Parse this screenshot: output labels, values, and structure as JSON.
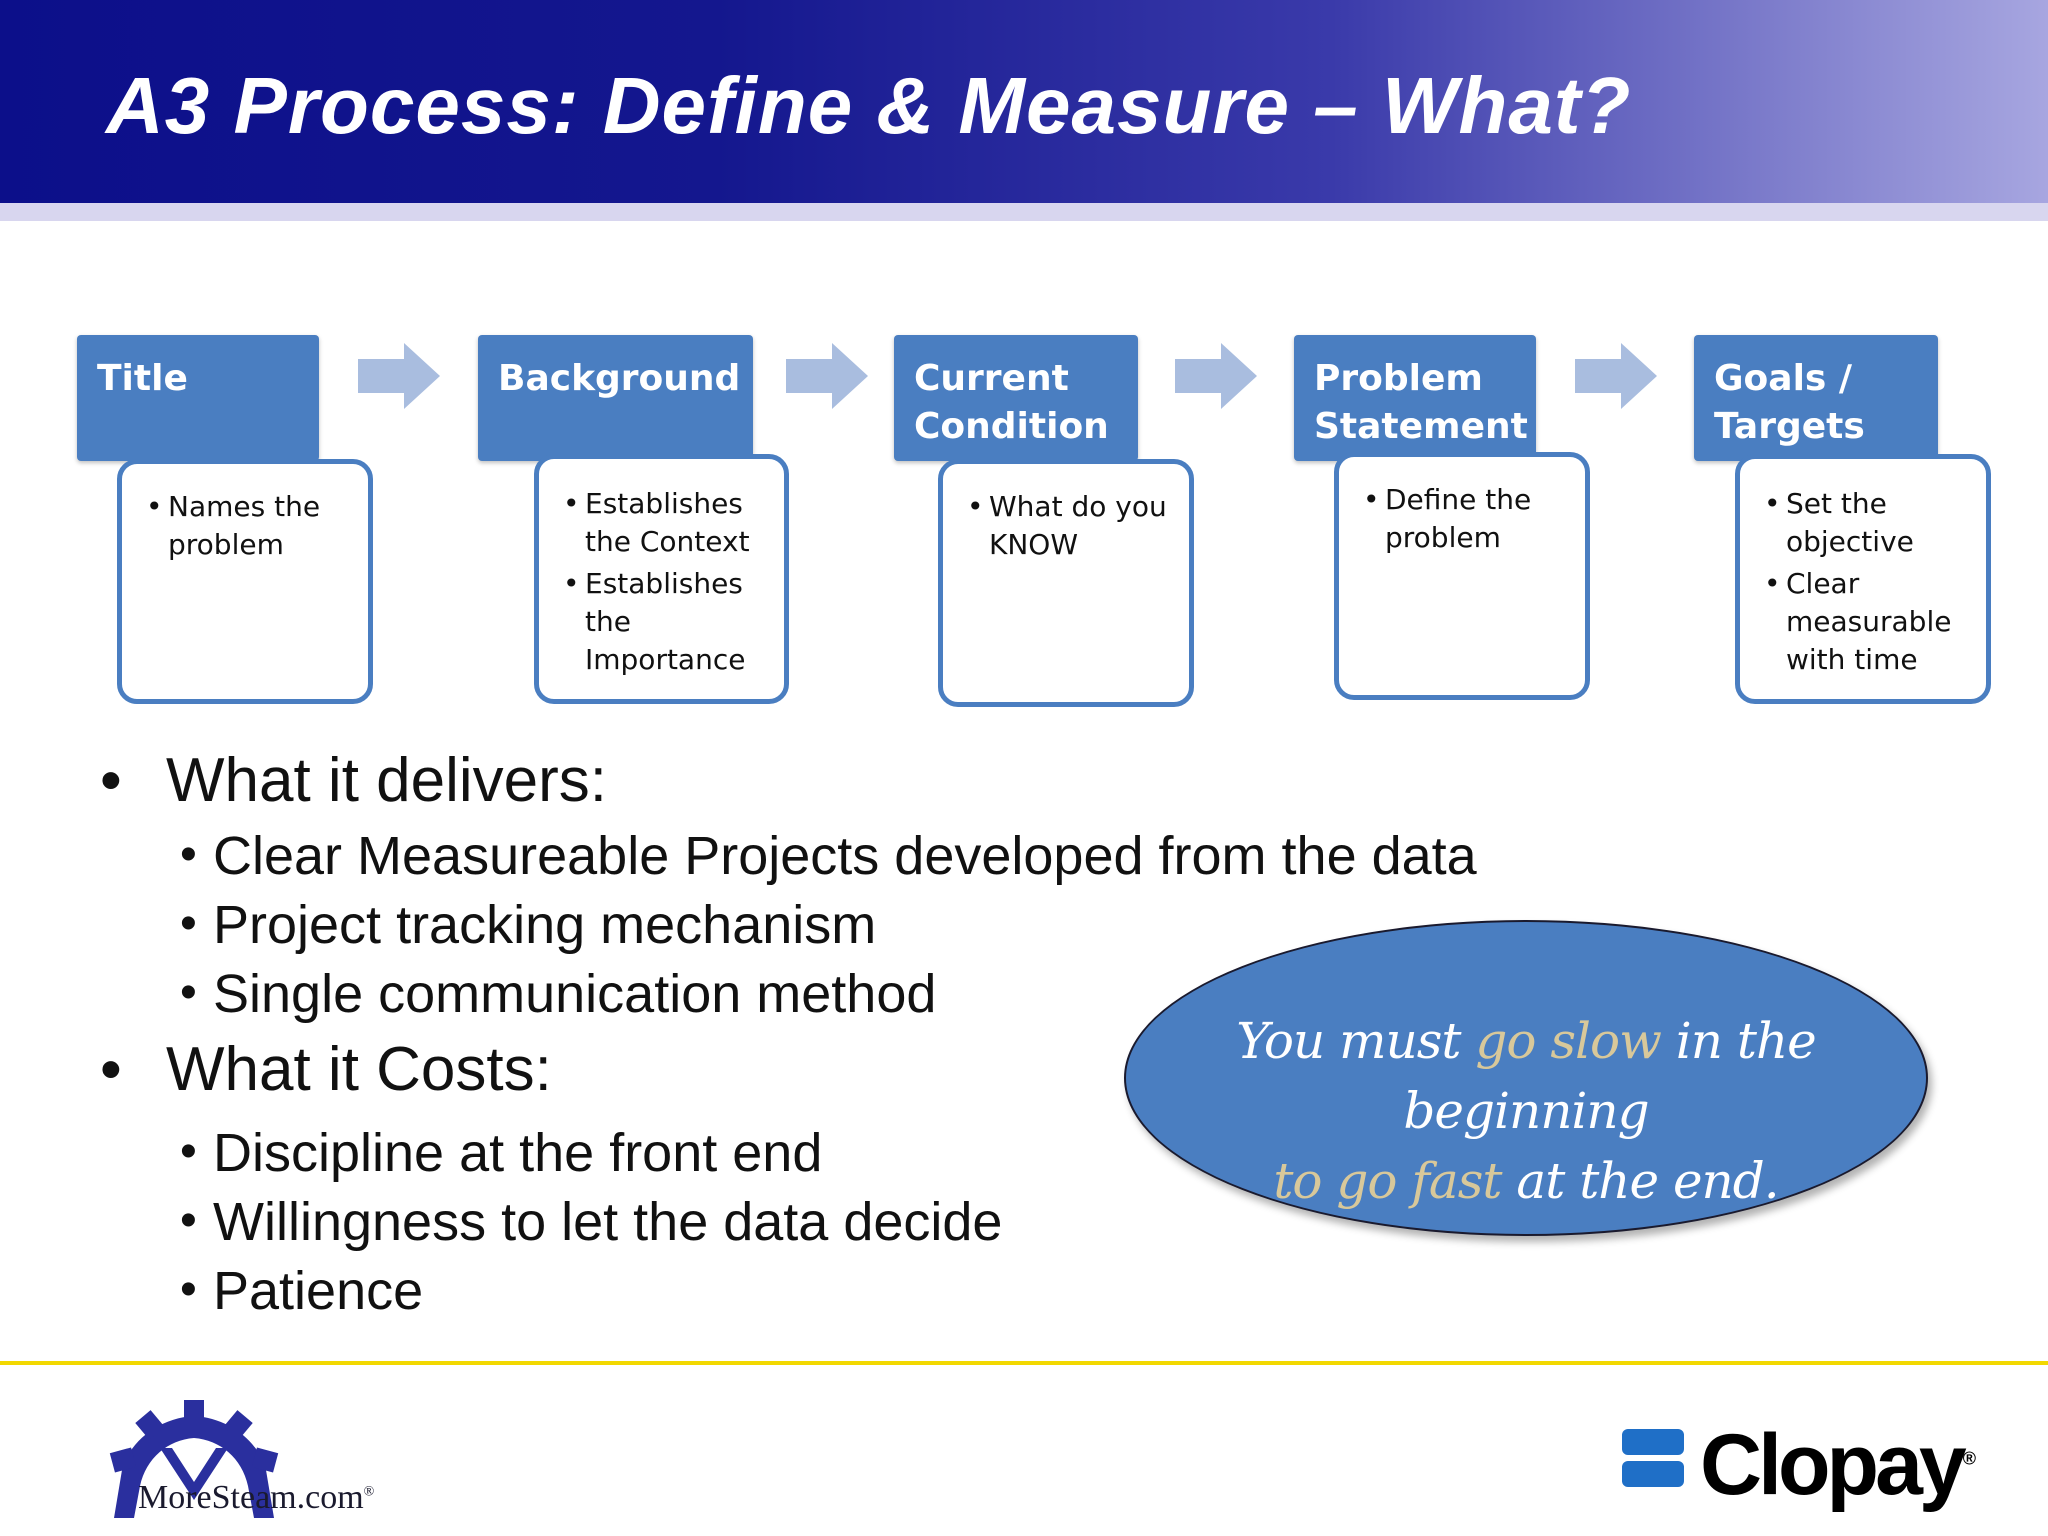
{
  "slide": {
    "title": "A3 Process:  Define & Measure – What?"
  },
  "steps": [
    {
      "head_lines": [
        "Title"
      ],
      "bullets": [
        "Names the problem"
      ]
    },
    {
      "head_lines": [
        "Background"
      ],
      "bullets": [
        "Establishes the Context",
        "Establishes the Importance"
      ]
    },
    {
      "head_lines": [
        "Current",
        "Condition"
      ],
      "bullets": [
        "What do you KNOW"
      ]
    },
    {
      "head_lines": [
        "Problem",
        "Statement"
      ],
      "bullets": [
        "Define the problem"
      ]
    },
    {
      "head_lines": [
        "Goals /",
        "Targets"
      ],
      "bullets": [
        "Set the objective",
        "Clear measurable with time"
      ]
    }
  ],
  "delivers": {
    "heading": "What it delivers:",
    "items": [
      "Clear Measureable Projects developed from the data",
      "Project tracking mechanism",
      "Single communication method"
    ]
  },
  "costs": {
    "heading": "What it Costs:",
    "items": [
      "Discipline at the front end",
      "Willingness to let the data decide",
      "Patience"
    ]
  },
  "quote": {
    "part1": "You must ",
    "part2": "go slow",
    "part3": " in the beginning",
    "part4": "to go fast",
    "part5": " at the end."
  },
  "logos": {
    "left": "MoreSteam.com",
    "left_mark": "®",
    "right": "Clopay",
    "right_mark": "®"
  },
  "colors": {
    "header_dark": "#0c0f8a",
    "box_blue": "#4a7ec1",
    "arrow": "#a9bddf",
    "footer_line": "#f2d800",
    "quote_gold": "#d8c89a"
  }
}
